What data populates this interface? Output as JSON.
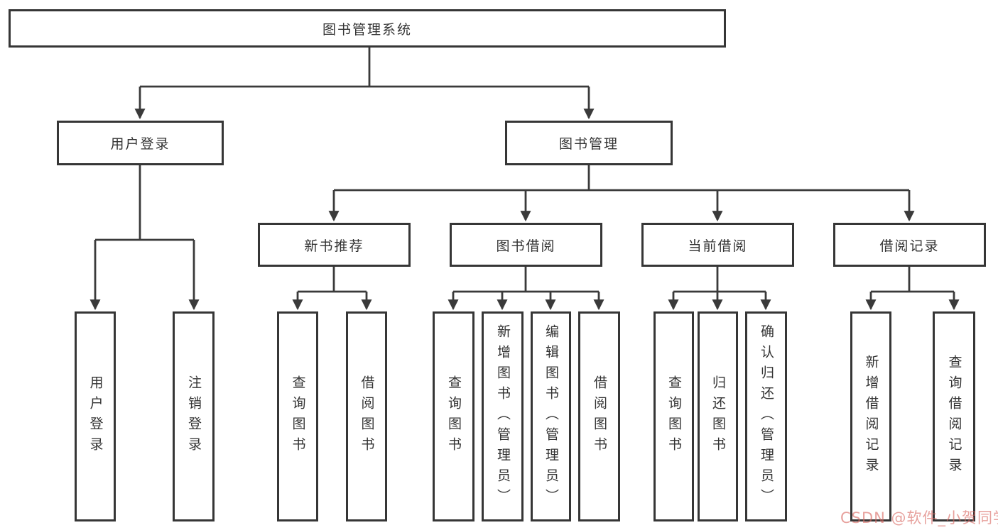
{
  "diagram": {
    "root": "图书管理系统",
    "user_login": {
      "label": "用户登录",
      "children": [
        "用户登录",
        "注销登录"
      ]
    },
    "book_management": {
      "label": "图书管理",
      "sections": [
        {
          "label": "新书推荐",
          "children": [
            "查询图书",
            "借阅图书"
          ]
        },
        {
          "label": "图书借阅",
          "children": [
            "查询图书",
            "新增图书（管理员）",
            "编辑图书（管理员）",
            "借阅图书"
          ]
        },
        {
          "label": "当前借阅",
          "children": [
            "查询图书",
            "归还图书",
            "确认归还（管理员）"
          ]
        },
        {
          "label": "借阅记录",
          "children": [
            "新增借阅记录",
            "查询借阅记录"
          ]
        }
      ]
    }
  },
  "colors": {
    "line": "#3a3a3a",
    "border": "#363636",
    "text": "#333333",
    "watermark": "#d86861"
  },
  "watermark": {
    "text": "CSDN @软件_小贺同学"
  }
}
